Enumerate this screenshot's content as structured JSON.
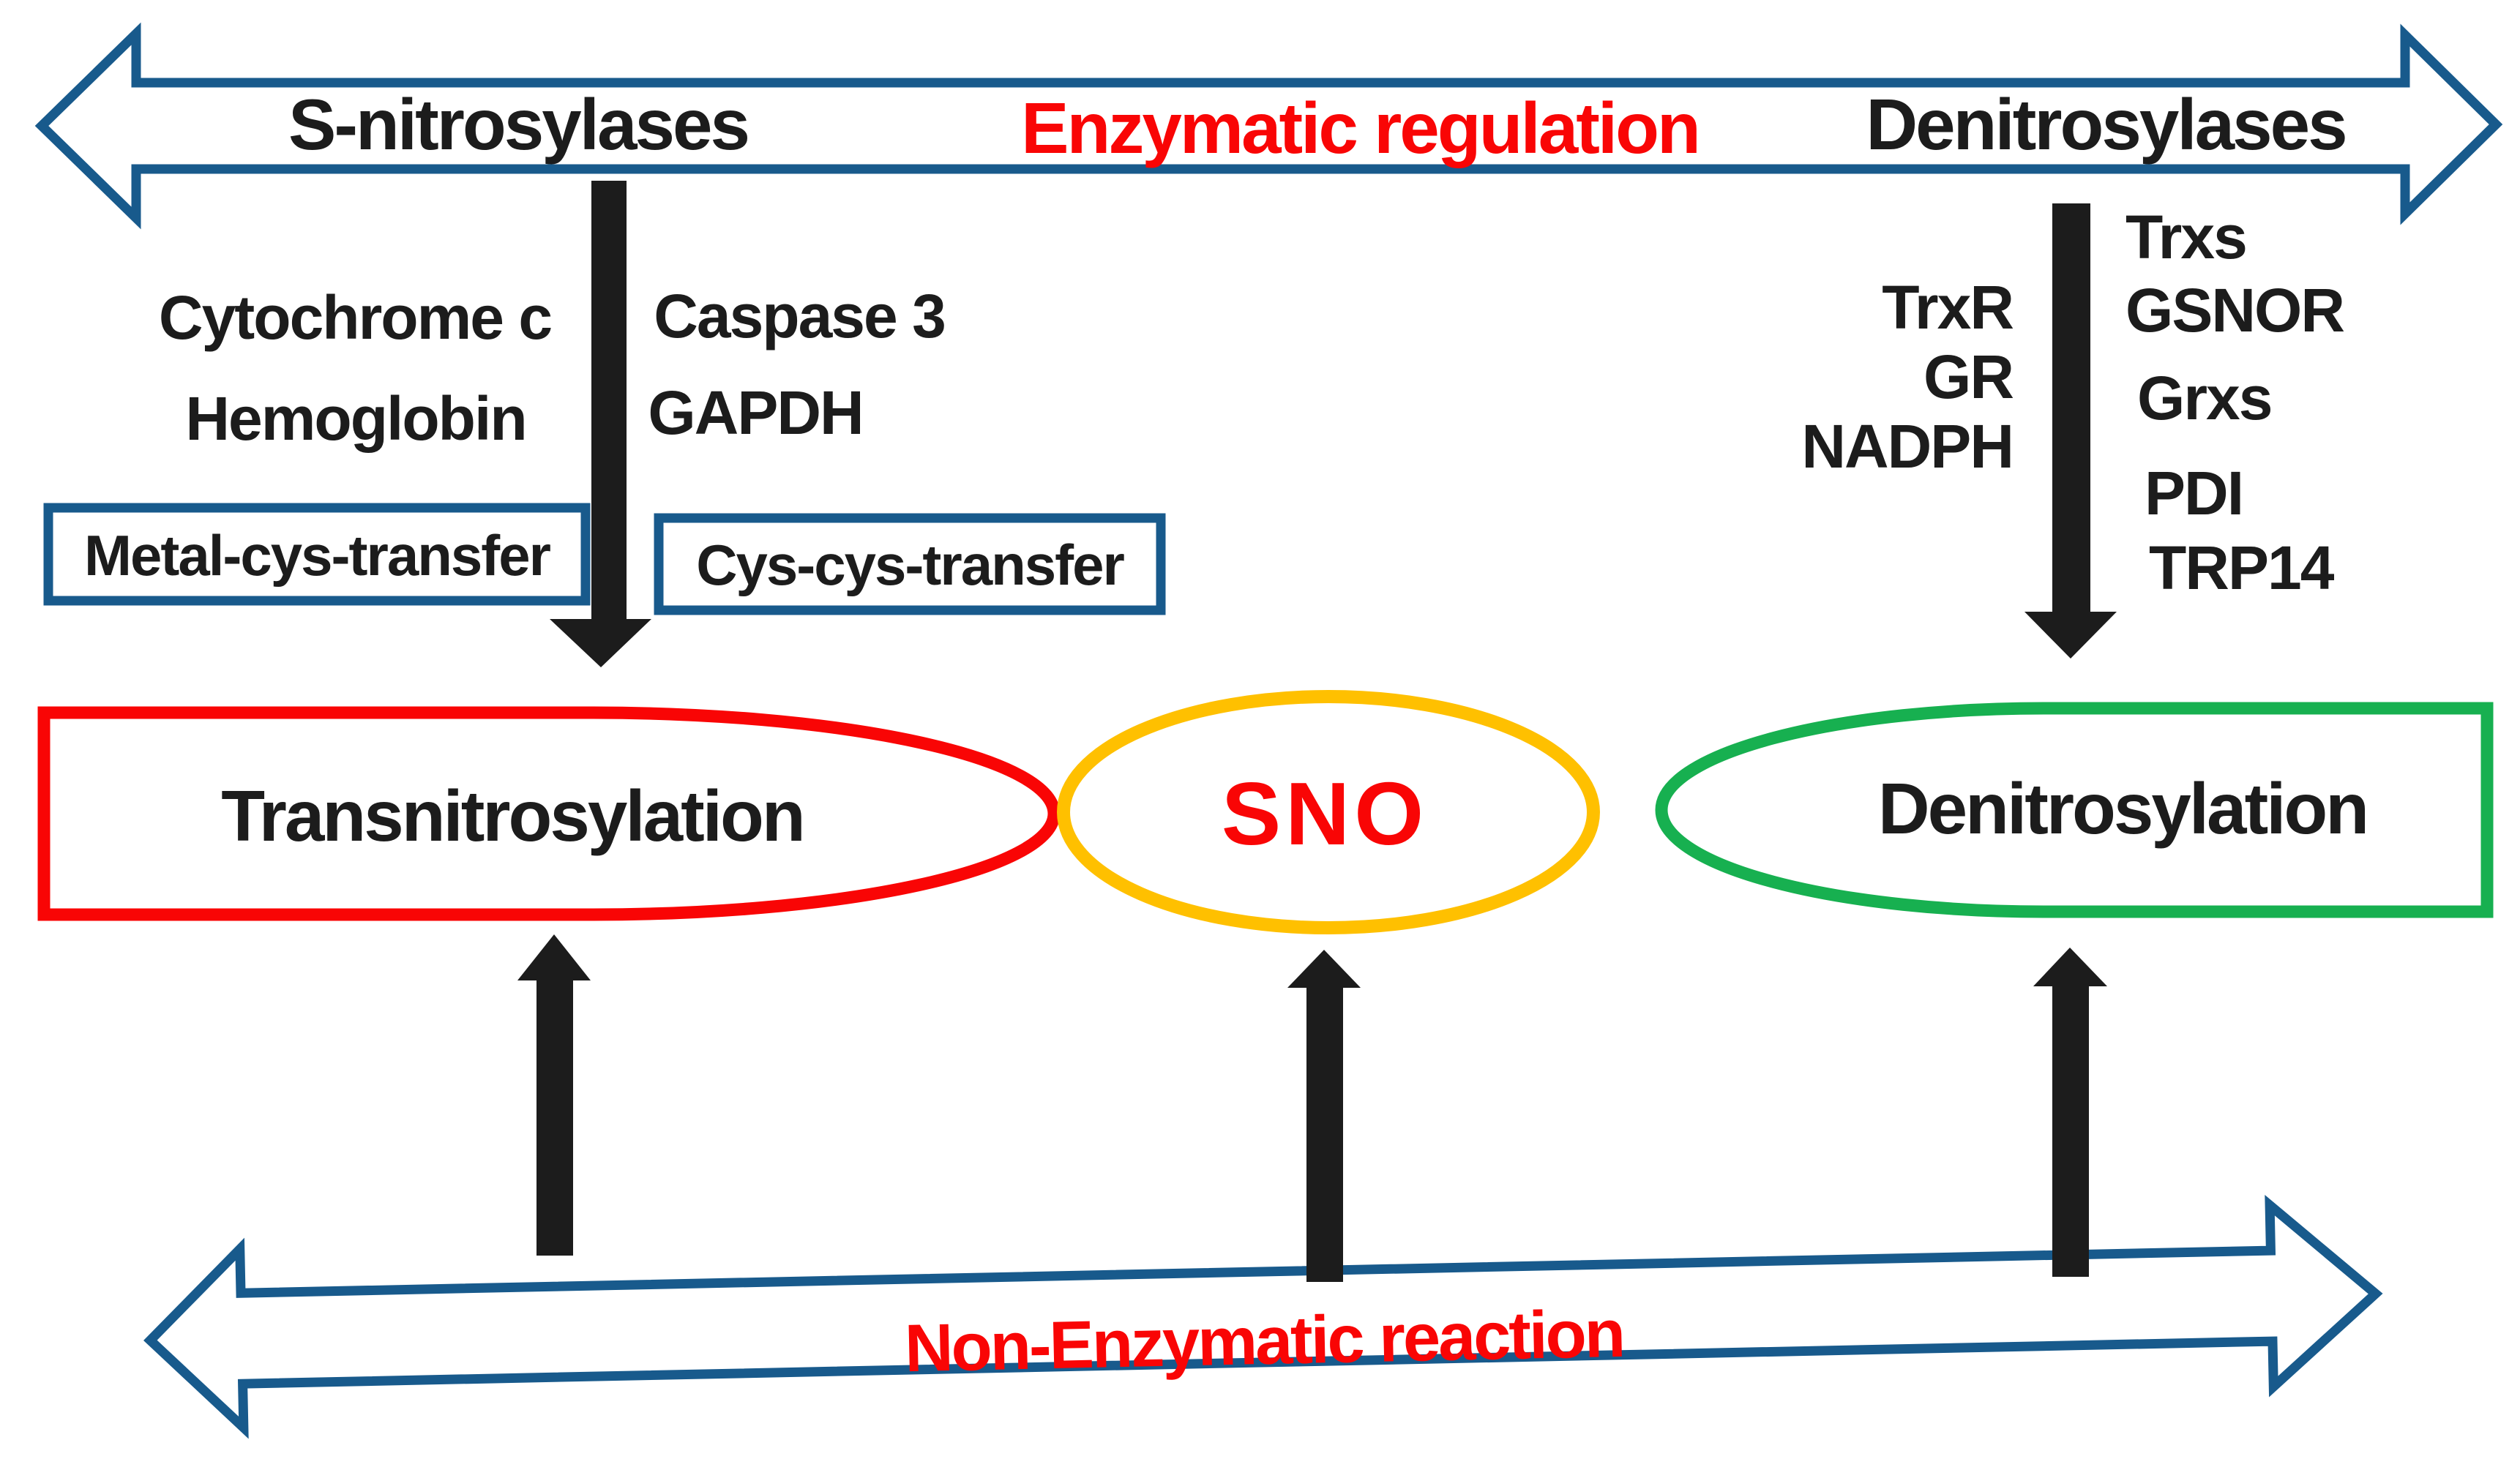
{
  "figure": {
    "top_arrow": {
      "left_label": "S-nitrosylases",
      "center_label": "Enzymatic regulation",
      "right_label": "Denitrosylases"
    },
    "snitrosylase_examples": {
      "col1_line1": "Cytochrome c",
      "col1_line2": "Hemoglobin",
      "col2_line1": "Caspase 3",
      "col2_line2": "GAPDH"
    },
    "transfer_boxes": {
      "metal": "Metal-cys-transfer",
      "cys": "Cys-cys-transfer"
    },
    "denitrosylase_components": {
      "cofactors": [
        "TrxR",
        "GR",
        "NADPH"
      ],
      "enzymes": [
        "Trxs",
        "GSNOR",
        "Grxs",
        "PDI",
        "TRP14"
      ]
    },
    "processes": {
      "left": "Transnitrosylation",
      "center": "SNO",
      "right": "Denitrosylation"
    },
    "bottom_arrow": {
      "label": "Non-Enzymatic reaction"
    },
    "colors": {
      "arrow_blue": "#185a8c",
      "ink_black": "#1c1c1c",
      "accent_red": "#f90505",
      "sno_gold": "#ffc000",
      "denitro_green": "#17b050"
    }
  }
}
